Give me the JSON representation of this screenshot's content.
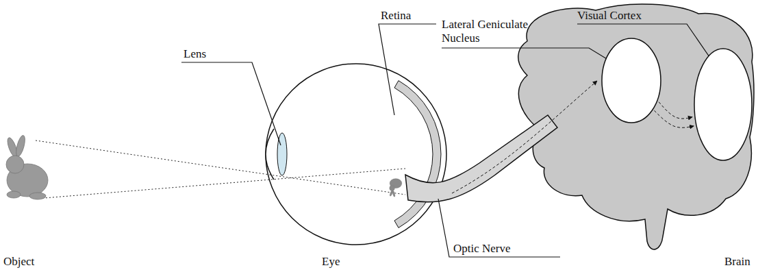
{
  "diagram": {
    "nodes": [
      {
        "text": [
          "Lateral Geniculate Nucleus"
        ]
      },
      {
        "text": [
          "Visual Cortex"
        ]
      }
    ],
    "edges": [
      {
        "from": 0,
        "to": 1,
        "arrow": "to"
      },
      {
        "from": 0,
        "to": 1,
        "arrow": "to"
      }
    ],
    "labels": [
      "Lens",
      "Retina",
      "Optic Nerve",
      "Object",
      "Eye",
      "Brain"
    ]
  }
}
